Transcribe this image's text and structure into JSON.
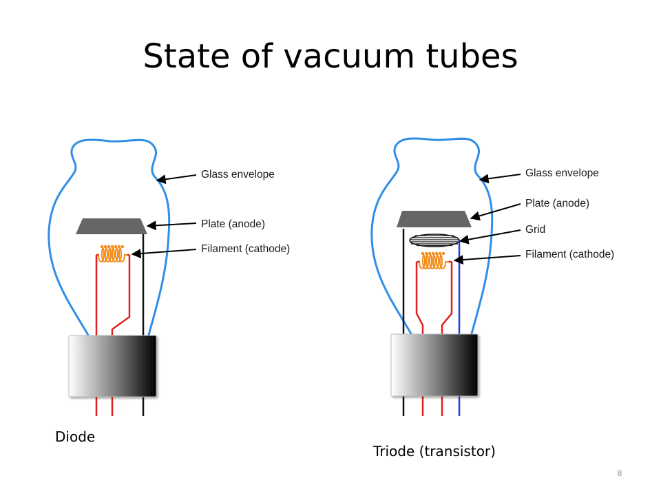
{
  "slide": {
    "title": "State of vacuum tubes",
    "page_number": "8"
  },
  "diode": {
    "caption": "Diode",
    "labels": {
      "glass_envelope": "Glass envelope",
      "plate": "Plate (anode)",
      "filament": "Filament (cathode)"
    }
  },
  "triode": {
    "caption": "Triode (transistor)",
    "labels": {
      "glass_envelope": "Glass envelope",
      "plate": "Plate (anode)",
      "grid": "Grid",
      "filament": "Filament (cathode)"
    }
  },
  "colors": {
    "glass": "#2f8ee6",
    "plate": "#666666",
    "filament_coil": "#f28c1b",
    "filament_lead": "#e02020",
    "grid_lead": "#1f3de0",
    "anode_lead": "#111111"
  }
}
